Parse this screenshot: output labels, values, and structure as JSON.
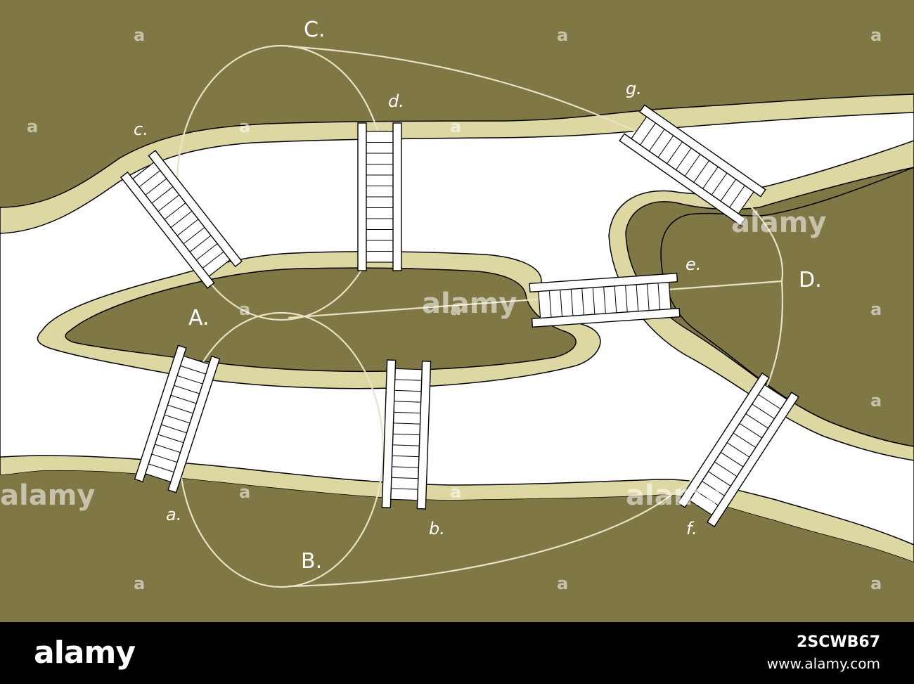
{
  "colors": {
    "land": "#7f7845",
    "bank": "#ddd8a2",
    "water": "#ffffff",
    "graph": "#e8e3c6",
    "label": "#ffffff",
    "watermark": "#ffffff"
  },
  "regions": {
    "A": "A.",
    "B": "B.",
    "C": "C.",
    "D": "D."
  },
  "bridges": {
    "a": "a.",
    "b": "b.",
    "c": "c.",
    "d": "d.",
    "e": "e.",
    "f": "f.",
    "g": "g."
  },
  "watermark": {
    "text": "alamy",
    "icon": "alamy-a-icon"
  },
  "footer": {
    "brand": "alamy",
    "image_id": "2SCWB67",
    "url": "www.alamy.com"
  }
}
